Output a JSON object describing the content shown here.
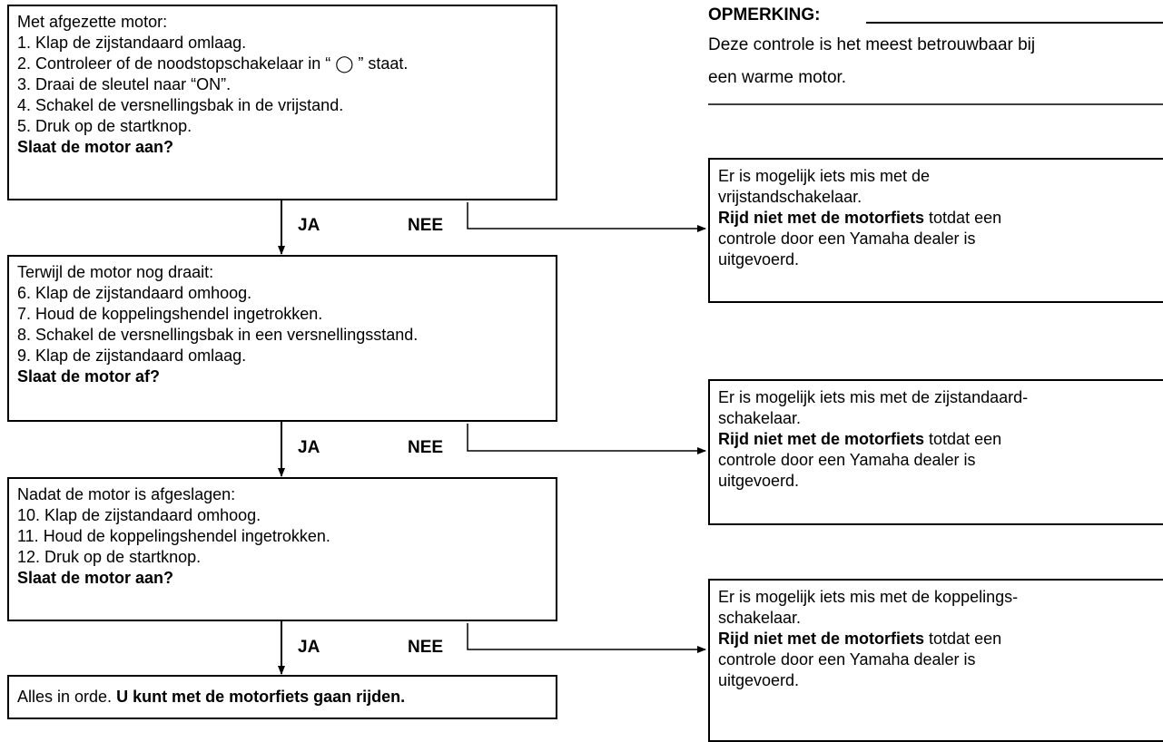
{
  "note": {
    "heading": "OPMERKING:",
    "lines": [
      "Deze controle is het meest betrouwbaar bij",
      "een warme motor."
    ]
  },
  "steps": [
    {
      "intro": "Met afgezette motor:",
      "items": [
        "1. Klap de zijstandaard omlaag.",
        "2. Controleer of de noodstopschakelaar in “ ◯ ” staat.",
        "3. Draai de sleutel naar “ON”.",
        "4. Schakel de versnellingsbak in de vrijstand.",
        "5. Druk op de startknop."
      ],
      "question": "Slaat de motor aan?"
    },
    {
      "intro": "Terwijl de motor nog draait:",
      "items": [
        "6. Klap de zijstandaard omhoog.",
        "7. Houd de koppelingshendel ingetrokken.",
        "8. Schakel de versnellingsbak in een versnellingsstand.",
        "9. Klap de zijstandaard omlaag."
      ],
      "question": "Slaat de motor af?"
    },
    {
      "intro": "Nadat de motor is afgeslagen:",
      "items": [
        "10. Klap de zijstandaard omhoog.",
        "11. Houd de koppelingshendel ingetrokken.",
        "12. Druk op de startknop."
      ],
      "question": "Slaat de motor aan?"
    }
  ],
  "final": {
    "text": "Alles in orde. ",
    "bold": "U kunt met de motorfiets gaan rijden."
  },
  "labels": {
    "yes": "JA",
    "no": "NEE"
  },
  "results": [
    {
      "line1": "Er is mogelijk iets mis met de",
      "line2": "vrijstandschakelaar.",
      "bold": "Rijd niet met de motorfiets",
      "after_bold": " totdat een",
      "line4": "controle door een Yamaha dealer is",
      "line5": "uitgevoerd."
    },
    {
      "line1": "Er is mogelijk iets mis met de  zijstandaard-",
      "line2": "schakelaar.",
      "bold": "Rijd niet met de motorfiets",
      "after_bold": " totdat een",
      "line4": "controle door een Yamaha dealer is",
      "line5": "uitgevoerd."
    },
    {
      "line1": "Er is mogelijk iets mis met de  koppelings-",
      "line2": "schakelaar.",
      "bold": "Rijd niet met de motorfiets",
      "after_bold": " totdat een",
      "line4": "controle door een Yamaha dealer is",
      "line5": "uitgevoerd."
    }
  ]
}
